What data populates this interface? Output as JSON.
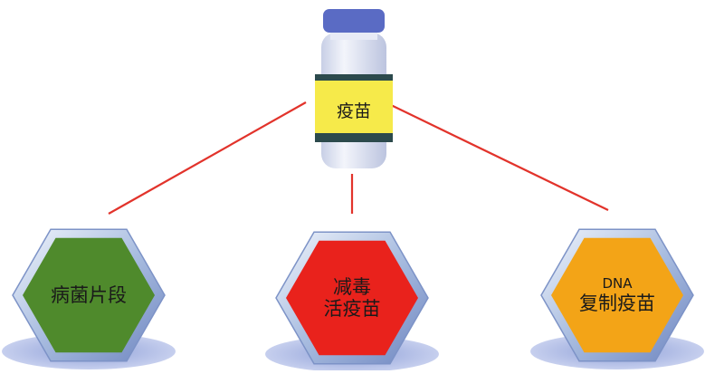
{
  "vial": {
    "label": "疫苗",
    "cap_color": "#5a6bc4",
    "body_color": "#dfe3f2",
    "label_color": "#f6ea4a",
    "band_color": "#2c4a4c"
  },
  "connector_color": "#e2332b",
  "nodes": [
    {
      "id": "fragment",
      "lines": [
        "病菌片段"
      ],
      "fill": "#4f8a2c"
    },
    {
      "id": "attenuated",
      "lines": [
        "减毒",
        "活疫苗"
      ],
      "fill": "#e9221c"
    },
    {
      "id": "dna",
      "lines": [
        "DNA",
        "复制疫苗"
      ],
      "fill": "#f3a417"
    }
  ]
}
